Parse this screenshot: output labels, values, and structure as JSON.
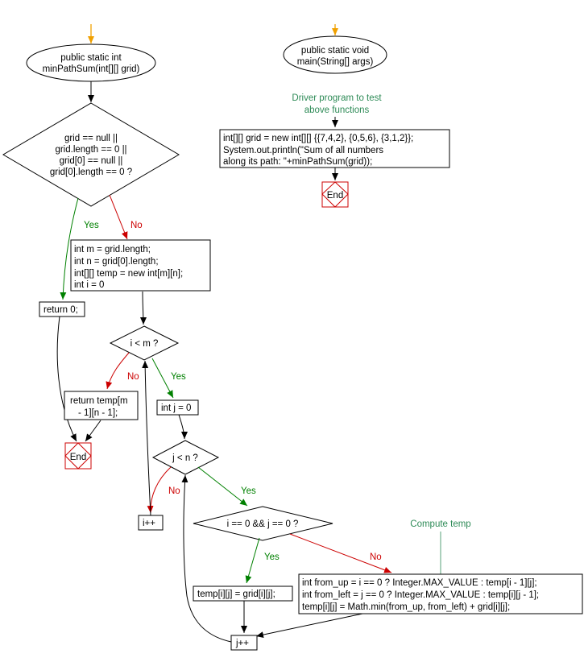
{
  "left": {
    "start": [
      "public static int",
      "minPathSum(int[][] grid)"
    ],
    "cond1": [
      "grid == null ||",
      "grid.length == 0 ||",
      "grid[0] == null ||",
      "grid[0].length == 0 ?"
    ],
    "yes": "Yes",
    "no": "No",
    "return0": "return 0;",
    "init": [
      "int m = grid.length;",
      "int n = grid[0].length;",
      "int[][] temp = new int[m][n];",
      "int i = 0"
    ],
    "cond_i": "i < m ?",
    "return_temp": [
      "return temp[m",
      "- 1][n - 1];"
    ],
    "end": "End",
    "int_j": "int j = 0",
    "cond_j": "j < n ?",
    "i_inc": "i++",
    "cond_ij": "i == 0 && j == 0 ?",
    "compute_comment": "Compute temp",
    "compute": [
      "int from_up = i == 0 ? Integer.MAX_VALUE : temp[i - 1][j];",
      "int from_left = j == 0 ? Integer.MAX_VALUE : temp[i][j - 1];",
      "temp[i][j] = Math.min(from_up, from_left) + grid[i][j];"
    ],
    "assign": "temp[i][j] = grid[i][j];",
    "j_inc": "j++"
  },
  "right": {
    "start": [
      "public static void",
      "main(String[] args)"
    ],
    "comment": [
      "Driver program to test",
      "above functions"
    ],
    "body": [
      "int[][] grid = new int[][] {{7,4,2}, {0,5,6}, {3,1,2}};",
      "System.out.println(\"Sum of all numbers",
      "along its path: \"+minPathSum(grid));"
    ],
    "end": "End"
  },
  "colors": {
    "yes": "#008000",
    "no": "#cc0000",
    "start_arrow": "#f0a000",
    "comment": "#2e8b57"
  }
}
